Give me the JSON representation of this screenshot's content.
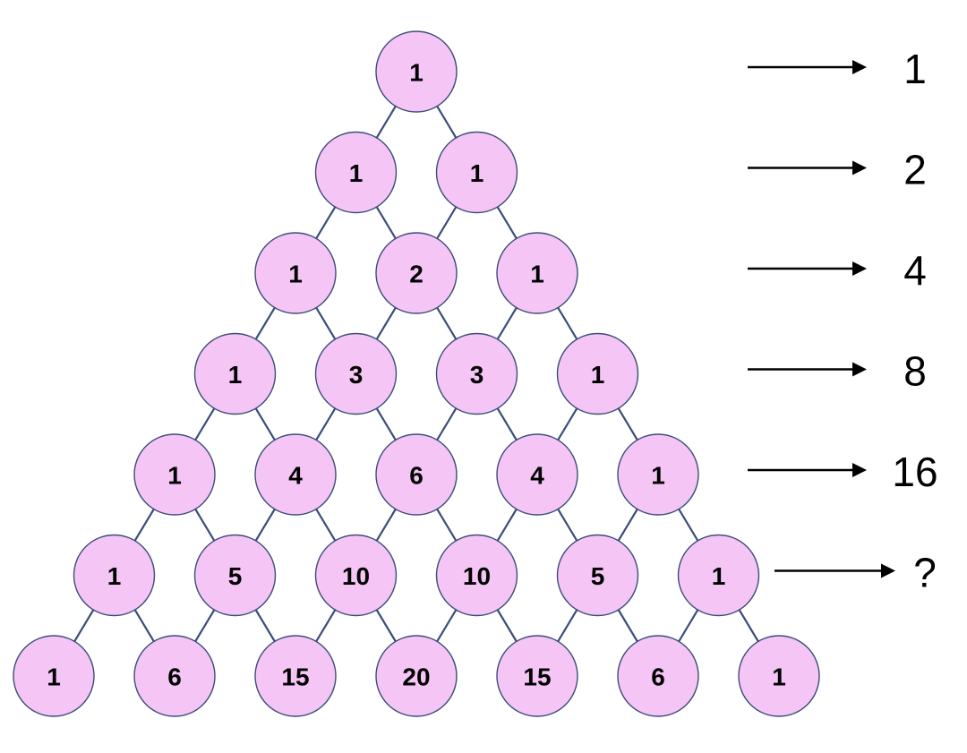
{
  "triangle": {
    "rows": [
      [
        "1"
      ],
      [
        "1",
        "1"
      ],
      [
        "1",
        "2",
        "1"
      ],
      [
        "1",
        "3",
        "3",
        "1"
      ],
      [
        "1",
        "4",
        "6",
        "4",
        "1"
      ],
      [
        "1",
        "5",
        "10",
        "10",
        "5",
        "1"
      ],
      [
        "1",
        "6",
        "15",
        "20",
        "15",
        "6",
        "1"
      ]
    ],
    "row_sums": [
      "1",
      "2",
      "4",
      "8",
      "16",
      "?"
    ]
  },
  "colors": {
    "node_fill": "#f5c6f5",
    "node_stroke": "#3b4e7a",
    "edge": "#3b4e7a",
    "arrow": "#000000"
  }
}
